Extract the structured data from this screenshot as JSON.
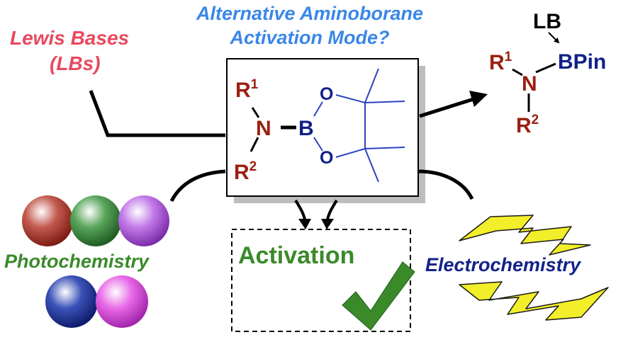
{
  "lewis_bases": {
    "line1": "Lewis Bases",
    "line2": "(LBs)"
  },
  "question": {
    "line1": "Alternative Aminoborane",
    "line2": "Activation Mode?"
  },
  "reactant": {
    "r1_base": "R",
    "r1_sup": "1",
    "r2_base": "R",
    "r2_sup": "2",
    "n": "N",
    "b": "B",
    "o_top": "O",
    "o_bottom": "O"
  },
  "product": {
    "lb": "LB",
    "bpin": "BPin",
    "n": "N",
    "r1_base": "R",
    "r1_sup": "1",
    "r2_base": "R",
    "r2_sup": "2"
  },
  "photochemistry": "Photochemistry",
  "electrochemistry": "Electrochemistry",
  "activation": "Activation",
  "colors": {
    "red_label": "#e8495f",
    "blue_label": "#3a86e8",
    "green_label": "#3a8a2a",
    "navy_label": "#14228a",
    "r_group": "#9b2012",
    "boron_navy": "#10208a",
    "pinacol_lines": "#2a44c0",
    "checkmark": "#3a8a2a",
    "lightning": "#f2ef2a"
  },
  "icons": [
    "checkmark-icon",
    "lightning-bolt-icon",
    "colored-sphere-icon"
  ]
}
